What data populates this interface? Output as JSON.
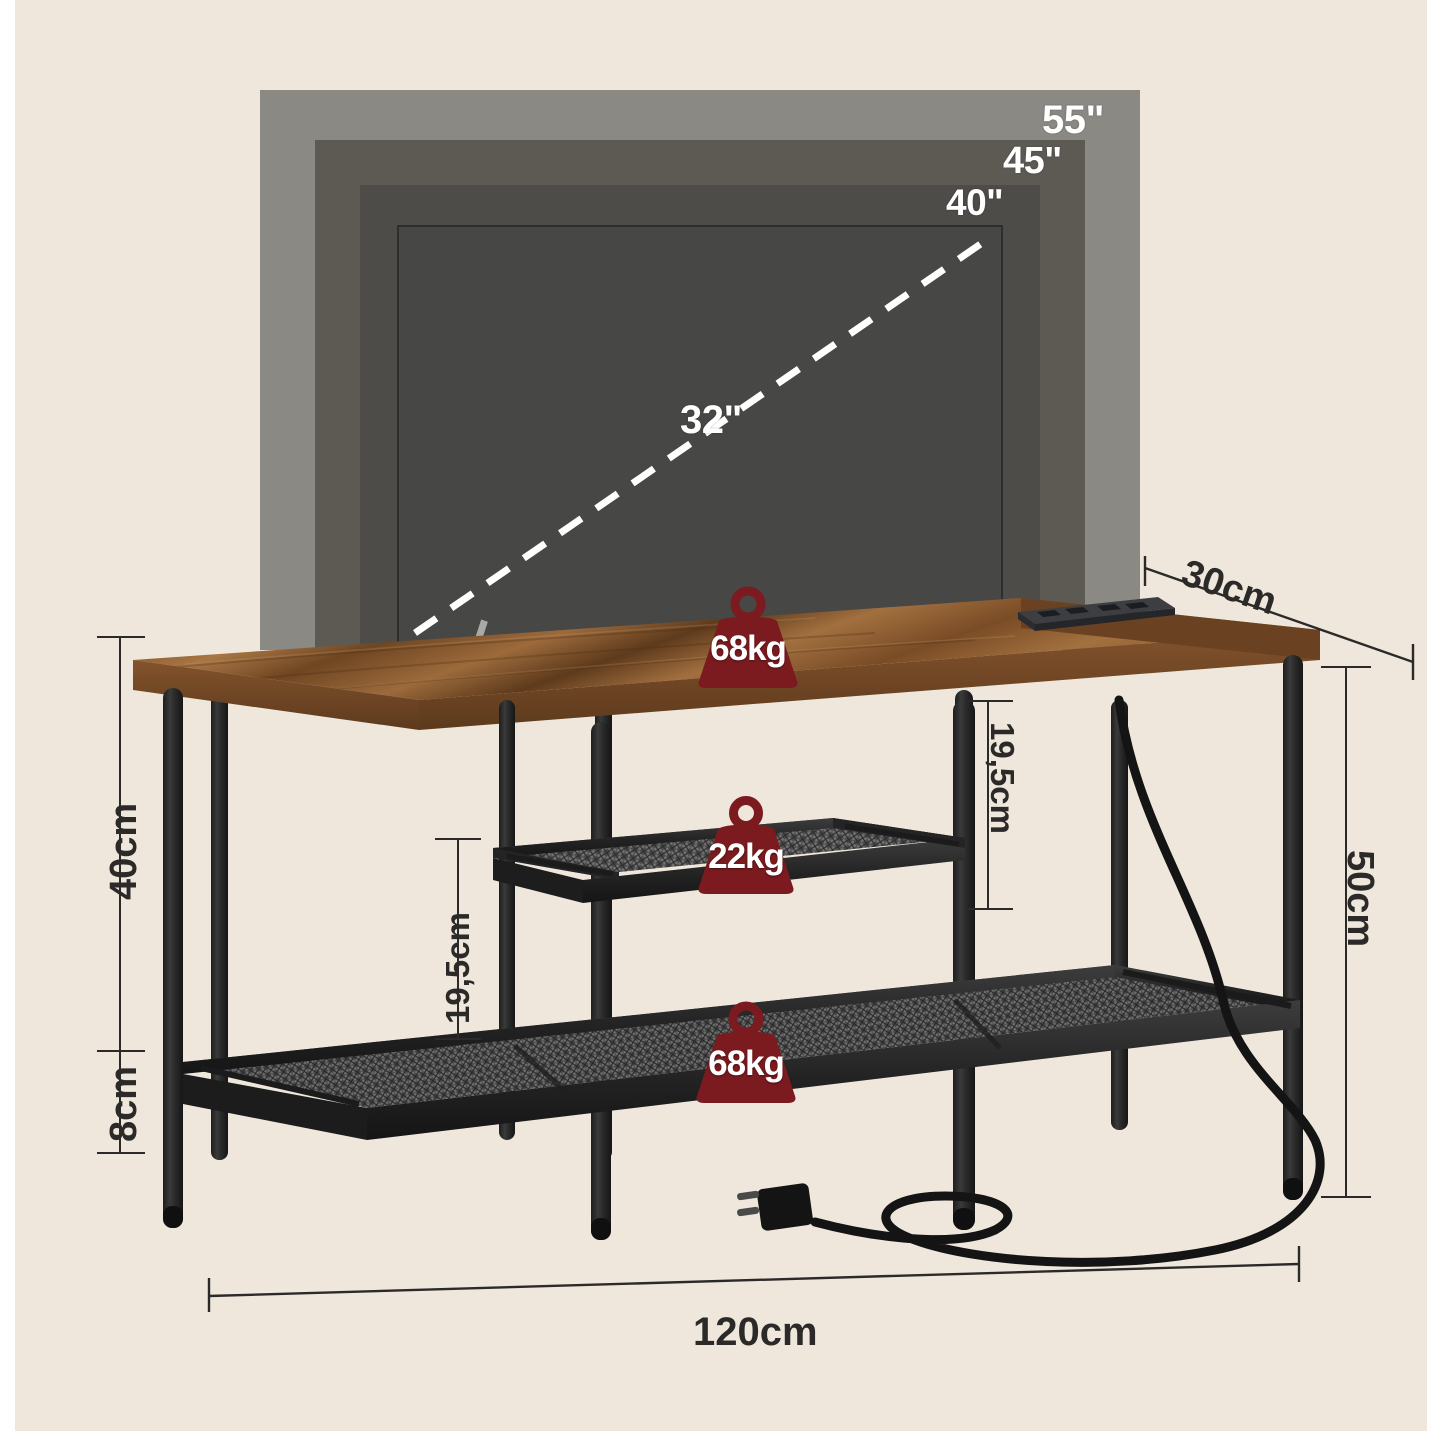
{
  "diagram": {
    "title": "TV Stand Dimensions",
    "background_color": "#efe7dc",
    "product": "Industrial TV stand with wood top, mesh shelves and built-in power strip"
  },
  "tv_sizes": {
    "size_55": "55\"",
    "size_45": "45\"",
    "size_40": "40\"",
    "size_32": "32\"",
    "frame_colors": {
      "outer_55": "#8b8984",
      "frame_45": "#5d5a54",
      "frame_40": "#4e4c49",
      "screen_32": "#474745"
    },
    "diagonal_line_style": "dashed-white"
  },
  "weight_capacity": [
    {
      "id": "top-shelf",
      "value": "68kg",
      "location": "tabletop"
    },
    {
      "id": "middle-shelf",
      "value": "22kg",
      "location": "middle mesh shelf"
    },
    {
      "id": "bottom-shelf",
      "value": "68kg",
      "location": "bottom mesh shelf"
    }
  ],
  "weight_badge_color": "#7c1b1f",
  "dimensions": {
    "left_upper": "40cm",
    "left_lower": "8cm",
    "middle_inner": "19,5cm",
    "right_inner": "19,5cm",
    "right_total": "50cm",
    "depth": "30cm",
    "width": "120cm"
  },
  "materials": {
    "top_color": "#8d5c32",
    "frame_color": "#2d2d2d",
    "mesh_color": "#3a3a3a"
  },
  "power": {
    "strip_label": "built-in power strip",
    "plug_label": "two-prong plug",
    "cord_label": "power cord"
  }
}
